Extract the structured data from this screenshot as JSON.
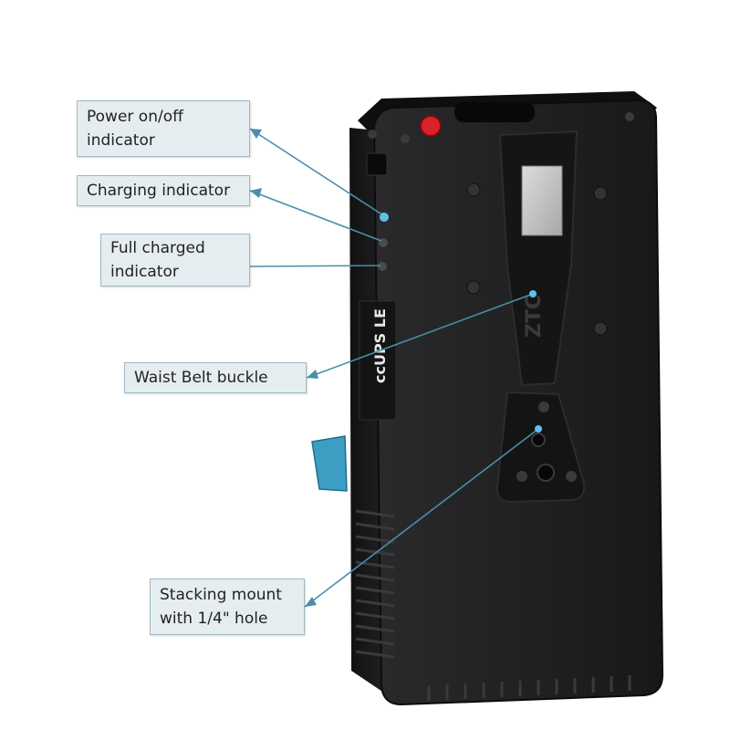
{
  "callouts": {
    "power_indicator": "Power on/off\nindicator",
    "charging_indicator": "Charging indicator",
    "full_charged_indicator": "Full charged\nindicator",
    "waist_belt_buckle": "Waist Belt buckle",
    "stacking_mount": "Stacking mount\nwith 1/4\" hole"
  },
  "device": {
    "model_label": "ccUPS LE",
    "buckle_logo": "ZTC"
  },
  "colors": {
    "callout_bg": "#e6edf1",
    "leader_line": "#4a8eaa",
    "device_body": "#1d1d1f",
    "power_button": "#d8232a",
    "led": "#5fc1e8",
    "latch": "#3d9ec4"
  }
}
